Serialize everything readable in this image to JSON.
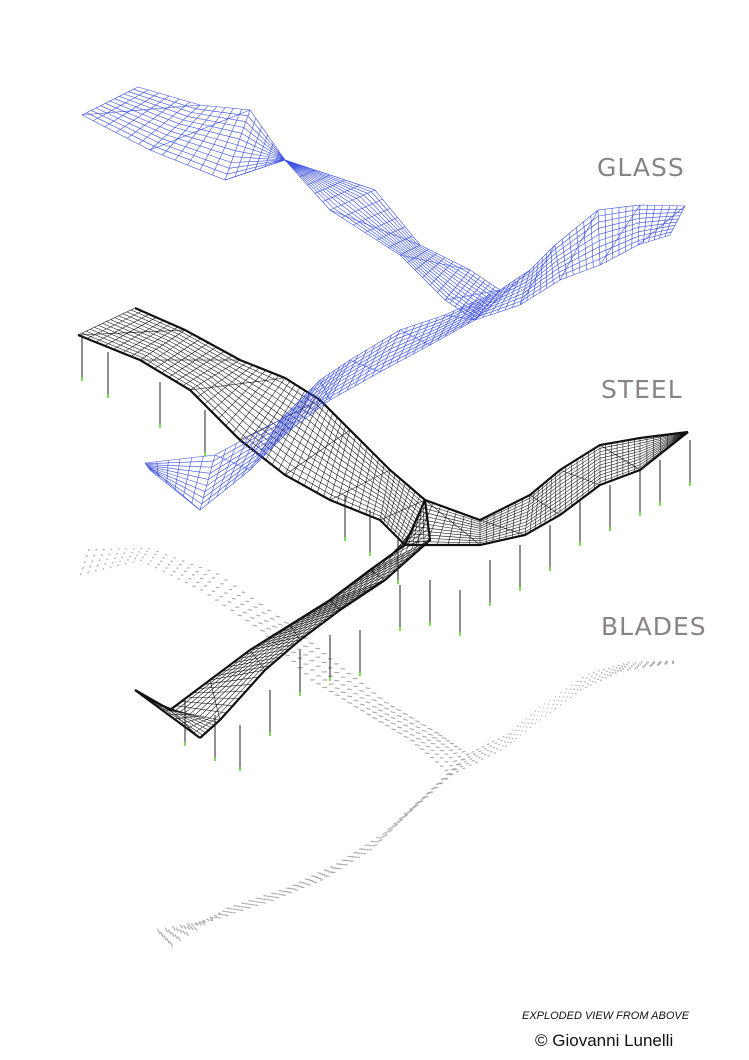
{
  "labels": {
    "glass": "GLASS",
    "steel": "STEEL",
    "blades": "BLADES"
  },
  "caption": "EXPLODED VIEW FROM ABOVE",
  "credit": "© Giovanni Lunelli",
  "colors": {
    "glass": "#3b4fe0",
    "steel": "#111111",
    "steel_supports_tip": "#7ed957",
    "blades": "#a8a8a8",
    "label": "#8a8385",
    "background": "#ffffff"
  }
}
